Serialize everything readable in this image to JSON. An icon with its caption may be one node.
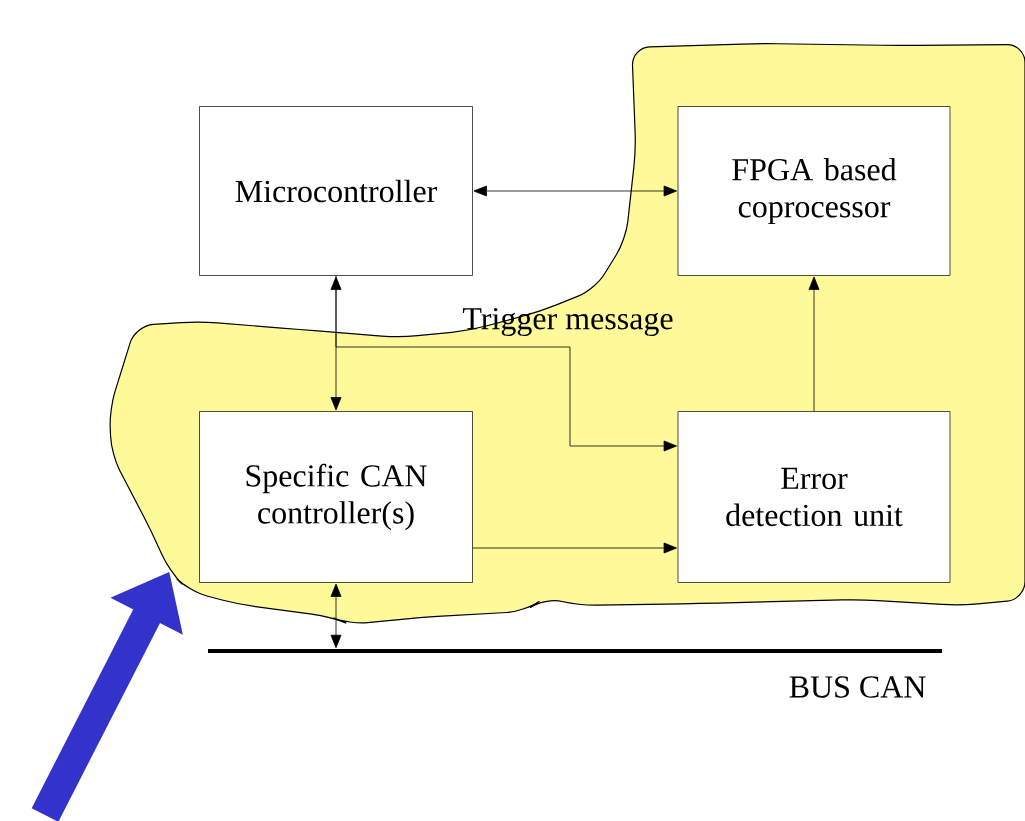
{
  "diagram": {
    "nodes": [
      {
        "text": [],
        "shape": "cloud"
      },
      {
        "text": [
          "Microcontroller"
        ]
      },
      {
        "text": [
          "FPGA based coprocessor"
        ],
        "in": 0
      },
      {
        "text": [
          "Specific CAN controller(s)"
        ],
        "in": 0
      },
      {
        "text": [
          "Error detection unit"
        ],
        "in": 0
      },
      {
        "text": [],
        "shape": "bar",
        "beside": [
          "BUS CAN"
        ]
      }
    ],
    "edges": [
      {
        "from": 1,
        "to": 2,
        "arrow": "both"
      },
      {
        "from": 1,
        "to": 3,
        "arrow": "both"
      },
      {
        "from": 1,
        "to": 4,
        "arrow": "to",
        "label": "Trigger message"
      },
      {
        "from": 4,
        "to": 2,
        "arrow": "to"
      },
      {
        "from": 3,
        "to": 4,
        "arrow": "to"
      },
      {
        "from": 3,
        "to": 5,
        "arrow": "both"
      },
      {
        "from": null,
        "to": 0,
        "arrow": "to",
        "style": "thick",
        "color": "#3333cc"
      }
    ]
  }
}
